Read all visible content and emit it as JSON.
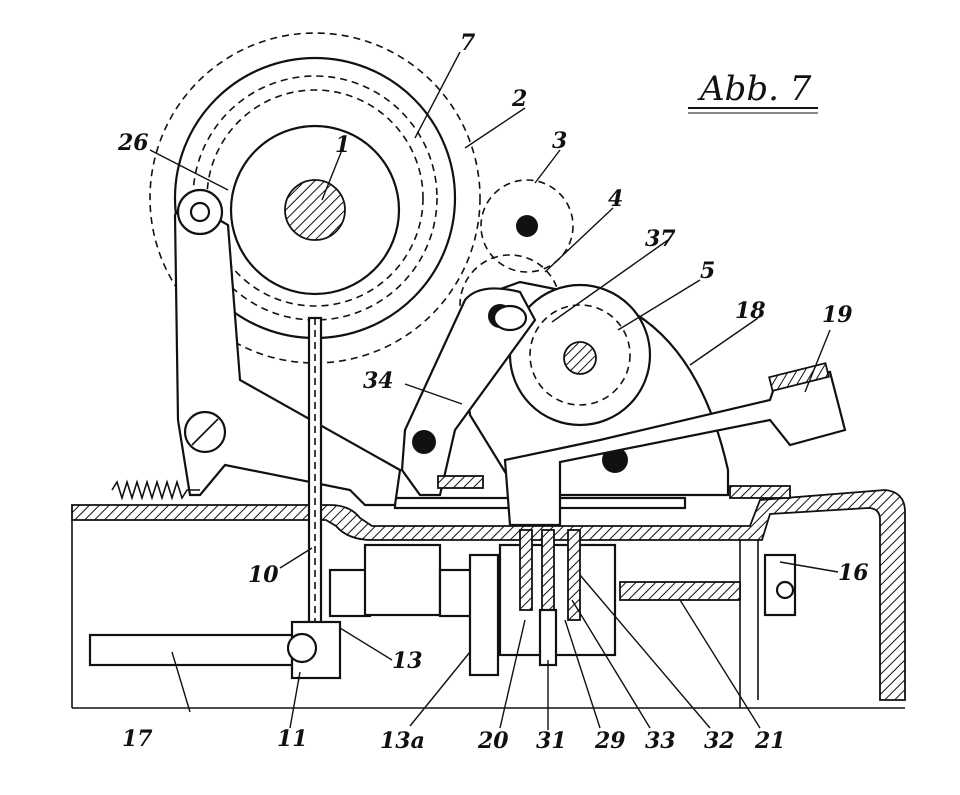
{
  "figure": {
    "title": "Abb. 7"
  },
  "labels": {
    "l1": "1",
    "l2": "2",
    "l3": "3",
    "l4": "4",
    "l5": "5",
    "l7": "7",
    "l10": "10",
    "l11": "11",
    "l13": "13",
    "l13a": "13a",
    "l16": "16",
    "l17": "17",
    "l18": "18",
    "l19": "19",
    "l20": "20",
    "l21": "21",
    "l26": "26",
    "l29": "29",
    "l31": "31",
    "l32": "32",
    "l33": "33",
    "l34": "34",
    "l37": "37"
  }
}
